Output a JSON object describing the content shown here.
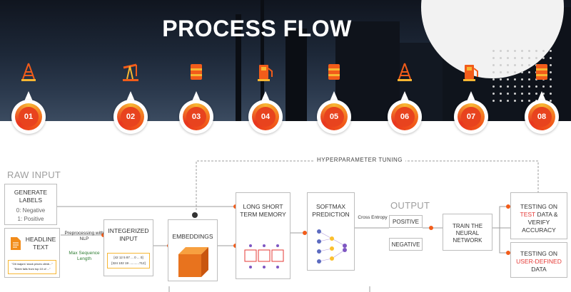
{
  "title": "PROCESS FLOW",
  "steps": [
    "01",
    "02",
    "03",
    "04",
    "05",
    "06",
    "07",
    "08"
  ],
  "step_icons": [
    "oil-derrick-icon",
    "pumpjack-icon",
    "oil-barrel-icon",
    "fuel-pump-icon",
    "oil-barrel-icon",
    "oil-derrick-icon",
    "fuel-pump-icon",
    "oil-barrel-icon"
  ],
  "colors": {
    "accent": "#f25c1a",
    "ring": "#e8431e",
    "gold": "#f7b733",
    "dark": "#1d2838"
  },
  "hyperparameter": "HYPERPARAMETER TUNING",
  "raw_input": {
    "title": "RAW INPUT",
    "labels_title": "GENERATE LABELS",
    "negative": "0: Negative",
    "positive": "1: Positive",
    "headline_title": "HEADLINE TEXT",
    "sample1": "\"Oil majors' stock prices climb...\"",
    "sample2": "\"Brent falls from top 10 of ...\""
  },
  "preprocess": {
    "label": "Preprocessing with NLP",
    "max_seq": "Max Sequence Length"
  },
  "integerized": {
    "title": "INTEGERIZED INPUT",
    "row1": "[42  12  5  87  ... 0  ...  0]",
    "row2": "[324  102  19  ...........712]"
  },
  "embeddings": {
    "title": "EMBEDDINGS"
  },
  "lstm": {
    "title": "LONG SHORT TERM MEMORY"
  },
  "softmax": {
    "title": "SOFTMAX PREDICTION"
  },
  "cross_entropy": "Cross Entropy",
  "output": {
    "title": "OUTPUT",
    "positive": "POSITIVE",
    "negative": "NEGATIVE"
  },
  "train": "TRAIN THE NEURAL NETWORK",
  "test1": {
    "pre": "TESTING ON",
    "highlight": "TEST",
    "post": "DATA & VERIFY ACCURACY"
  },
  "test2": {
    "pre": "TESTING ON",
    "highlight": "USER-DEFINED",
    "post": "DATA"
  }
}
